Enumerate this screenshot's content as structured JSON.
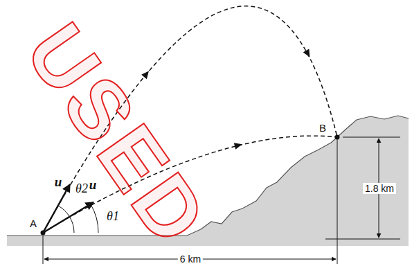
{
  "diagram": {
    "labels": [
      "USED",
      "u",
      "θ2",
      "u",
      "θ1",
      "A",
      "B",
      "1.8 km",
      "6 km"
    ]
  }
}
